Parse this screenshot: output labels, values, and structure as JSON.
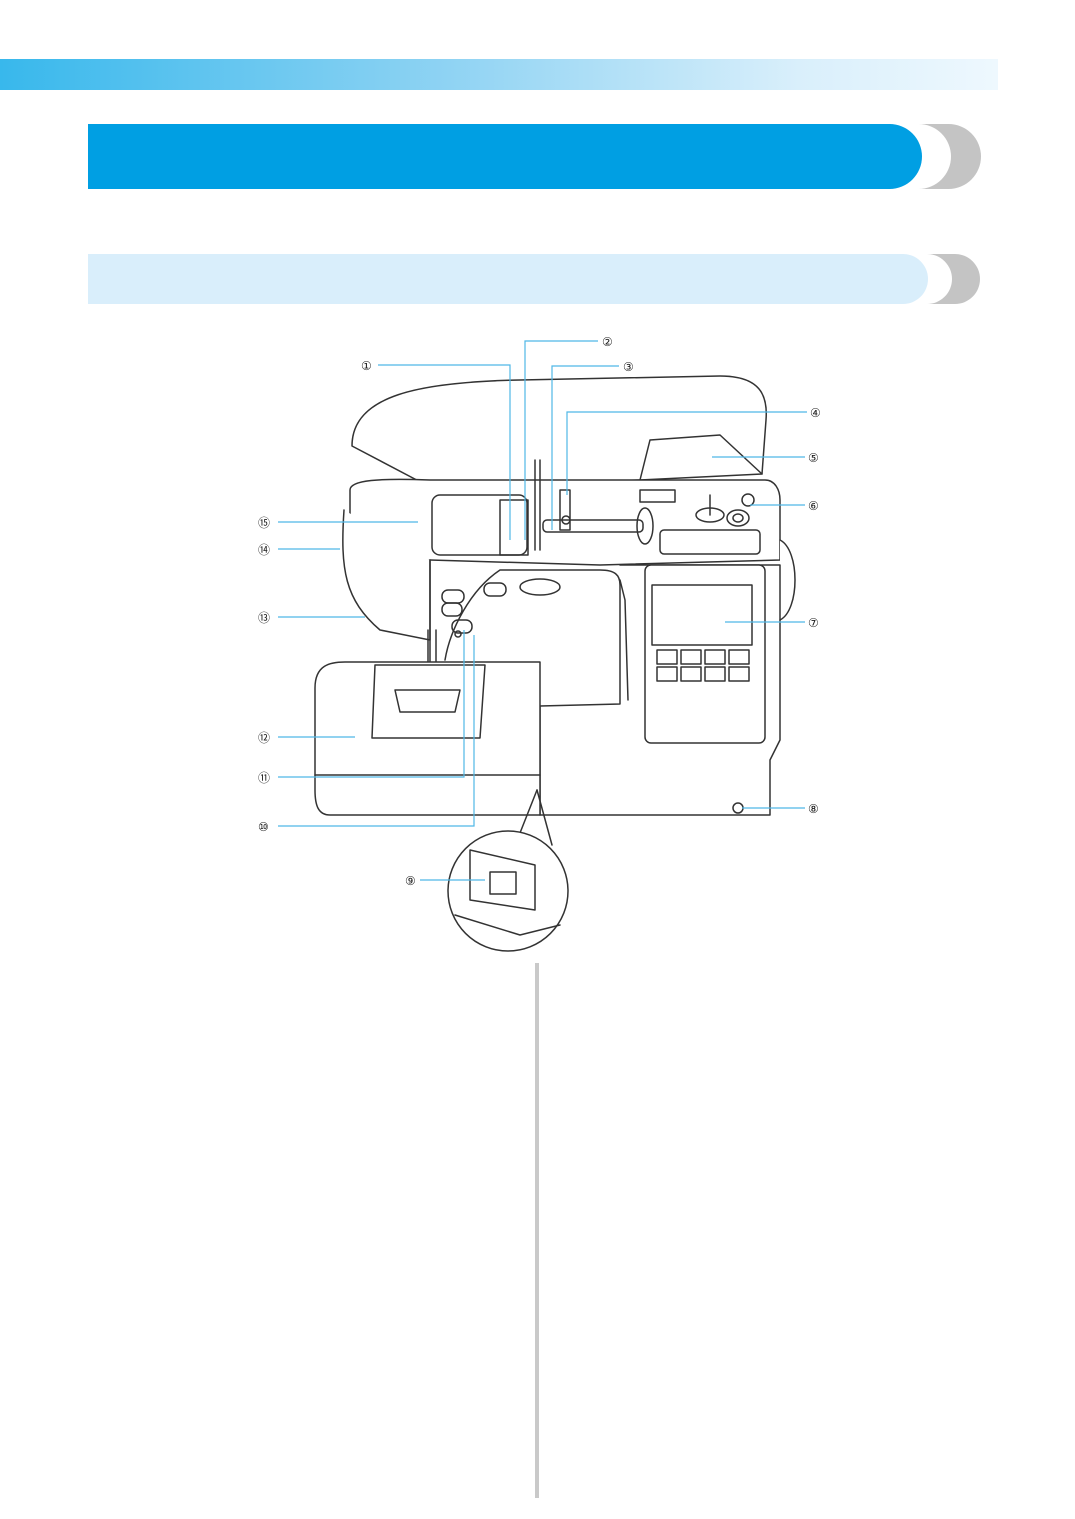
{
  "colors": {
    "primary_blue": "#009fe3",
    "light_blue": "#d9eefb",
    "gray": "#c4c4c4",
    "callout_line": "#4fb8e6"
  },
  "diagram": {
    "subject_icon": "sewing-machine-icon",
    "callouts": [
      "①",
      "②",
      "③",
      "④",
      "⑤",
      "⑥",
      "⑦",
      "⑧",
      "⑨",
      "⑩",
      "⑪",
      "⑫",
      "⑬",
      "⑭",
      "⑮"
    ]
  }
}
